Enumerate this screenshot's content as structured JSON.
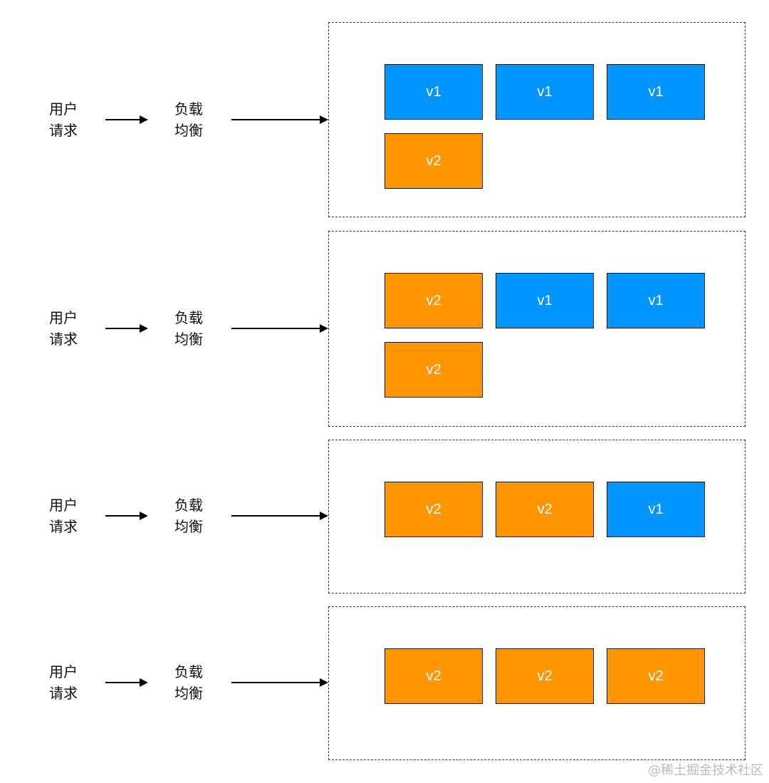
{
  "colors": {
    "v1": "#0095ff",
    "v2": "#ff9500"
  },
  "rows": [
    {
      "user": [
        "用户",
        "请求"
      ],
      "lb": [
        "负载",
        "均衡"
      ],
      "boxes": [
        {
          "label": "v1",
          "version": "v1"
        },
        {
          "label": "v1",
          "version": "v1"
        },
        {
          "label": "v1",
          "version": "v1"
        },
        {
          "label": "v2",
          "version": "v2"
        }
      ]
    },
    {
      "user": [
        "用户",
        "请求"
      ],
      "lb": [
        "负载",
        "均衡"
      ],
      "boxes": [
        {
          "label": "v2",
          "version": "v2"
        },
        {
          "label": "v1",
          "version": "v1"
        },
        {
          "label": "v1",
          "version": "v1"
        },
        {
          "label": "v2",
          "version": "v2"
        }
      ]
    },
    {
      "user": [
        "用户",
        "请求"
      ],
      "lb": [
        "负载",
        "均衡"
      ],
      "boxes": [
        {
          "label": "v2",
          "version": "v2"
        },
        {
          "label": "v2",
          "version": "v2"
        },
        {
          "label": "v1",
          "version": "v1"
        }
      ]
    },
    {
      "user": [
        "用户",
        "请求"
      ],
      "lb": [
        "负载",
        "均衡"
      ],
      "boxes": [
        {
          "label": "v2",
          "version": "v2"
        },
        {
          "label": "v2",
          "version": "v2"
        },
        {
          "label": "v2",
          "version": "v2"
        }
      ]
    }
  ],
  "watermark": "@稀土掘金技术社区"
}
